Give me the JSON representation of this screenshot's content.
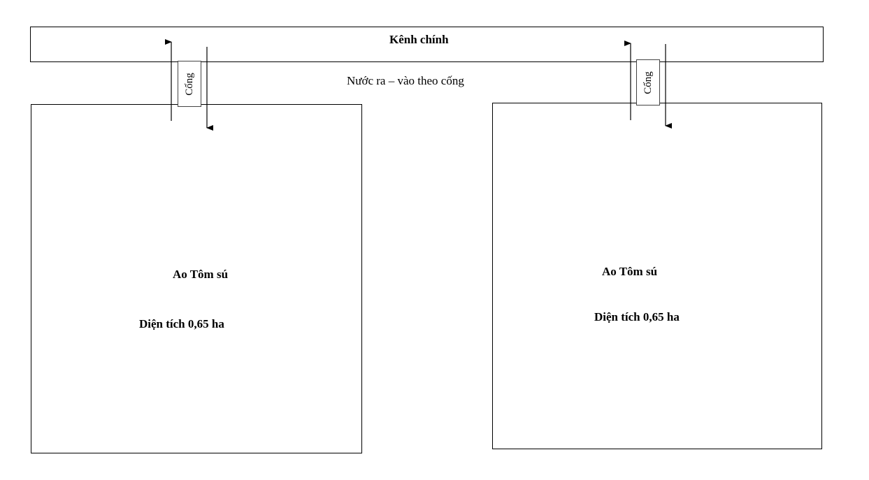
{
  "channel": {
    "label": "Kênh chính"
  },
  "flow_label": "Nước ra – vào theo cống",
  "ponds": [
    {
      "name": "Ao Tôm sú",
      "area": "Diện tích 0,65 ha",
      "gate": "Cống"
    },
    {
      "name": "Ao Tôm sú",
      "area": "Diện tích 0,65 ha",
      "gate": "Cống"
    }
  ]
}
